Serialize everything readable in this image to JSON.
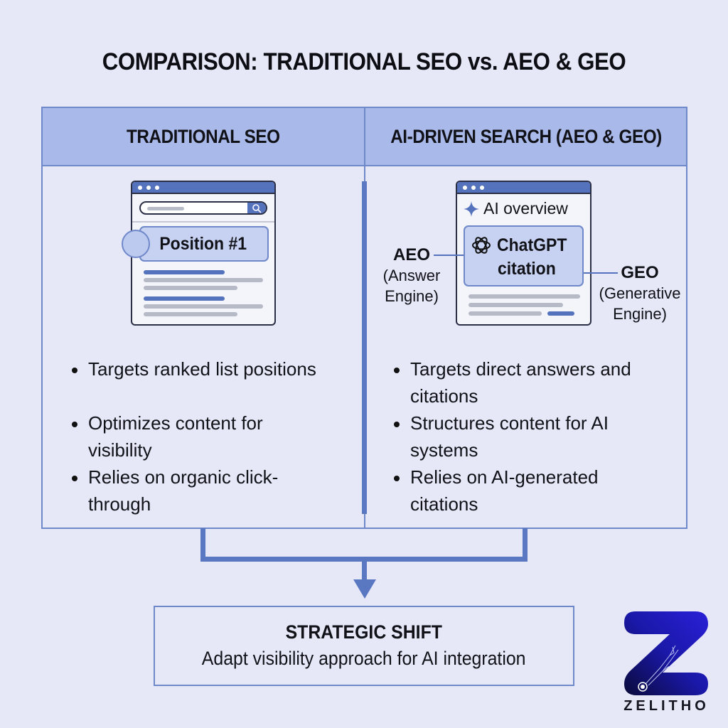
{
  "title": "COMPARISON: TRADITIONAL SEO vs. AEO & GEO",
  "columns": [
    {
      "heading": "TRADITIONAL SEO",
      "illustration": {
        "type": "browser-search-results",
        "highlight_label": "Position #1"
      },
      "bullets": [
        "Targets ranked list positions",
        "Optimizes content for visibility",
        "Relies on organic click-through"
      ]
    },
    {
      "heading": "AI-DRIVEN SEARCH (AEO & GEO)",
      "illustration": {
        "type": "browser-ai-overview",
        "overview_label": "AI overview",
        "citation_line1": "ChatGPT",
        "citation_line2": "citation",
        "left_callout": {
          "title": "AEO",
          "line1": "(Answer",
          "line2": "Engine)"
        },
        "right_callout": {
          "title": "GEO",
          "line1": "(Generative",
          "line2": "Engine)"
        }
      },
      "bullets": [
        "Targets direct answers and citations",
        "Structures content for AI systems",
        "Relies on AI-generated citations"
      ]
    }
  ],
  "conclusion": {
    "title": "STRATEGIC SHIFT",
    "subtitle": "Adapt visibility approach for AI integration"
  },
  "brand": {
    "name": "ZELITHO"
  },
  "colors": {
    "background": "#e6e8f8",
    "header_fill": "#a9b9ea",
    "border": "#6f88c9",
    "accent": "#5572bd",
    "logo_gradient_start": "#0a0a3a",
    "logo_gradient_end": "#2a1fd8"
  }
}
